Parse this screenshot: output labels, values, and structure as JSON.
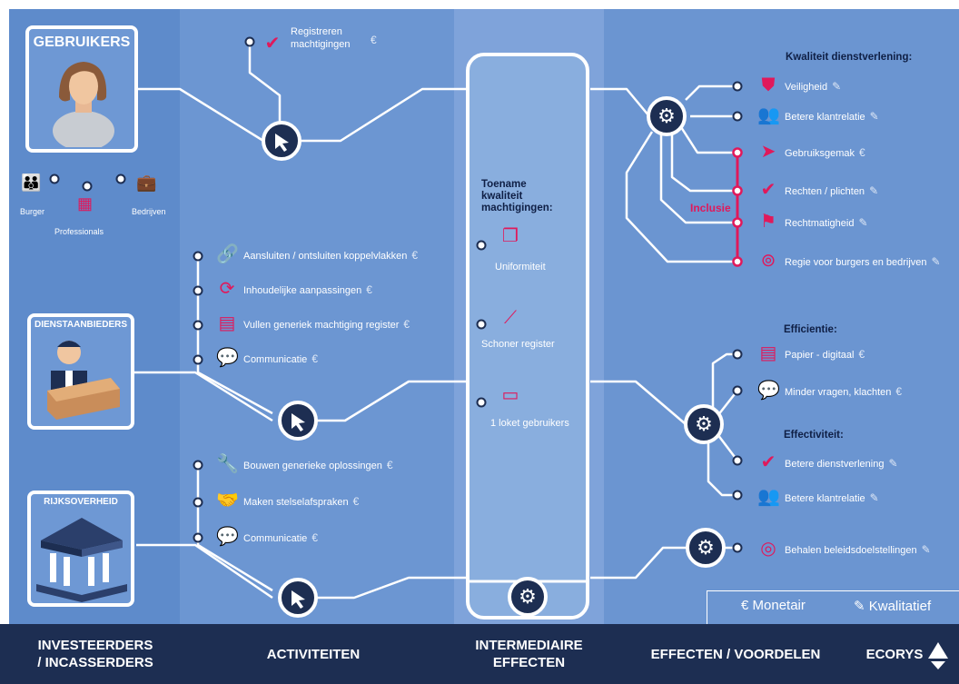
{
  "columns": {
    "investeerders": "INVESTEERDERS\n/ INCASSERDERS",
    "activiteiten": "ACTIVITEITEN",
    "intermediaire": "INTERMEDIAIRE\nEFFECTEN",
    "effecten": "EFFECTEN / VOORDELEN",
    "brand": "ECORYS"
  },
  "actors": {
    "gebruikers": "GEBRUIKERS",
    "burger": "Burger",
    "professionals": "Professionals",
    "bedrijven": "Bedrijven",
    "dienstaanbieders": "DIENSTAANBIEDERS",
    "rijksoverheid": "RIJKSOVERHEID"
  },
  "activities": {
    "registreren": "Registreren\nmachtigingen",
    "dienst": [
      {
        "label": "Aansluiten / ontsluiten koppelvlakken",
        "icon": "link-icon"
      },
      {
        "label": "Inhoudelijke aanpassingen",
        "icon": "refresh-icon"
      },
      {
        "label": "Vullen generiek machtiging register",
        "icon": "document-icon"
      },
      {
        "label": "Communicatie",
        "icon": "chat-icon"
      }
    ],
    "rijk": [
      {
        "label": "Bouwen generieke oplossingen",
        "icon": "wrench-icon"
      },
      {
        "label": "Maken stelselafspraken",
        "icon": "handshake-icon"
      },
      {
        "label": "Communicatie",
        "icon": "chat-icon"
      }
    ]
  },
  "intermediate": {
    "heading": "Toename\nkwaliteit\nmachtigingen:",
    "items": [
      {
        "label": "Uniformiteit",
        "icon": "copy-icon"
      },
      {
        "label": "Schoner register",
        "icon": "broom-icon"
      },
      {
        "label": "1 loket gebruikers",
        "icon": "window-icon"
      }
    ]
  },
  "effects": {
    "kwaliteit_heading": "Kwaliteit dienstverlening:",
    "kwaliteit": [
      {
        "label": "Veiligheid",
        "marker": "pen"
      },
      {
        "label": "Betere klantrelatie",
        "marker": "pen"
      },
      {
        "label": "Gebruiksgemak",
        "marker": "euro"
      },
      {
        "label": "Rechten / plichten",
        "marker": "pen"
      },
      {
        "label": "Rechtmatigheid",
        "marker": "pen"
      },
      {
        "label": "Regie voor burgers en bedrijven",
        "marker": "pen"
      }
    ],
    "inclusie": "Inclusie",
    "efficientie_heading": "Efficientie:",
    "efficientie": [
      {
        "label": "Papier - digitaal",
        "marker": "euro"
      },
      {
        "label": "Minder vragen, klachten",
        "marker": "euro"
      }
    ],
    "effectiviteit_heading": "Effectiviteit:",
    "effectiviteit": [
      {
        "label": "Betere dienstverlening",
        "marker": "pen"
      },
      {
        "label": "Betere klantrelatie",
        "marker": "pen"
      }
    ],
    "beleid": {
      "label": "Behalen beleidsdoelstellingen",
      "marker": "pen"
    }
  },
  "legend": {
    "monetair_symbol": "€",
    "monetair": "Monetair",
    "kwalitatief_symbol": "✎",
    "kwalitatief": "Kwalitatief"
  },
  "symbols": {
    "euro": "€",
    "pen": "✎"
  },
  "colors": {
    "accent": "#e0195b",
    "navy": "#1d2e52",
    "line": "#ffffff"
  }
}
